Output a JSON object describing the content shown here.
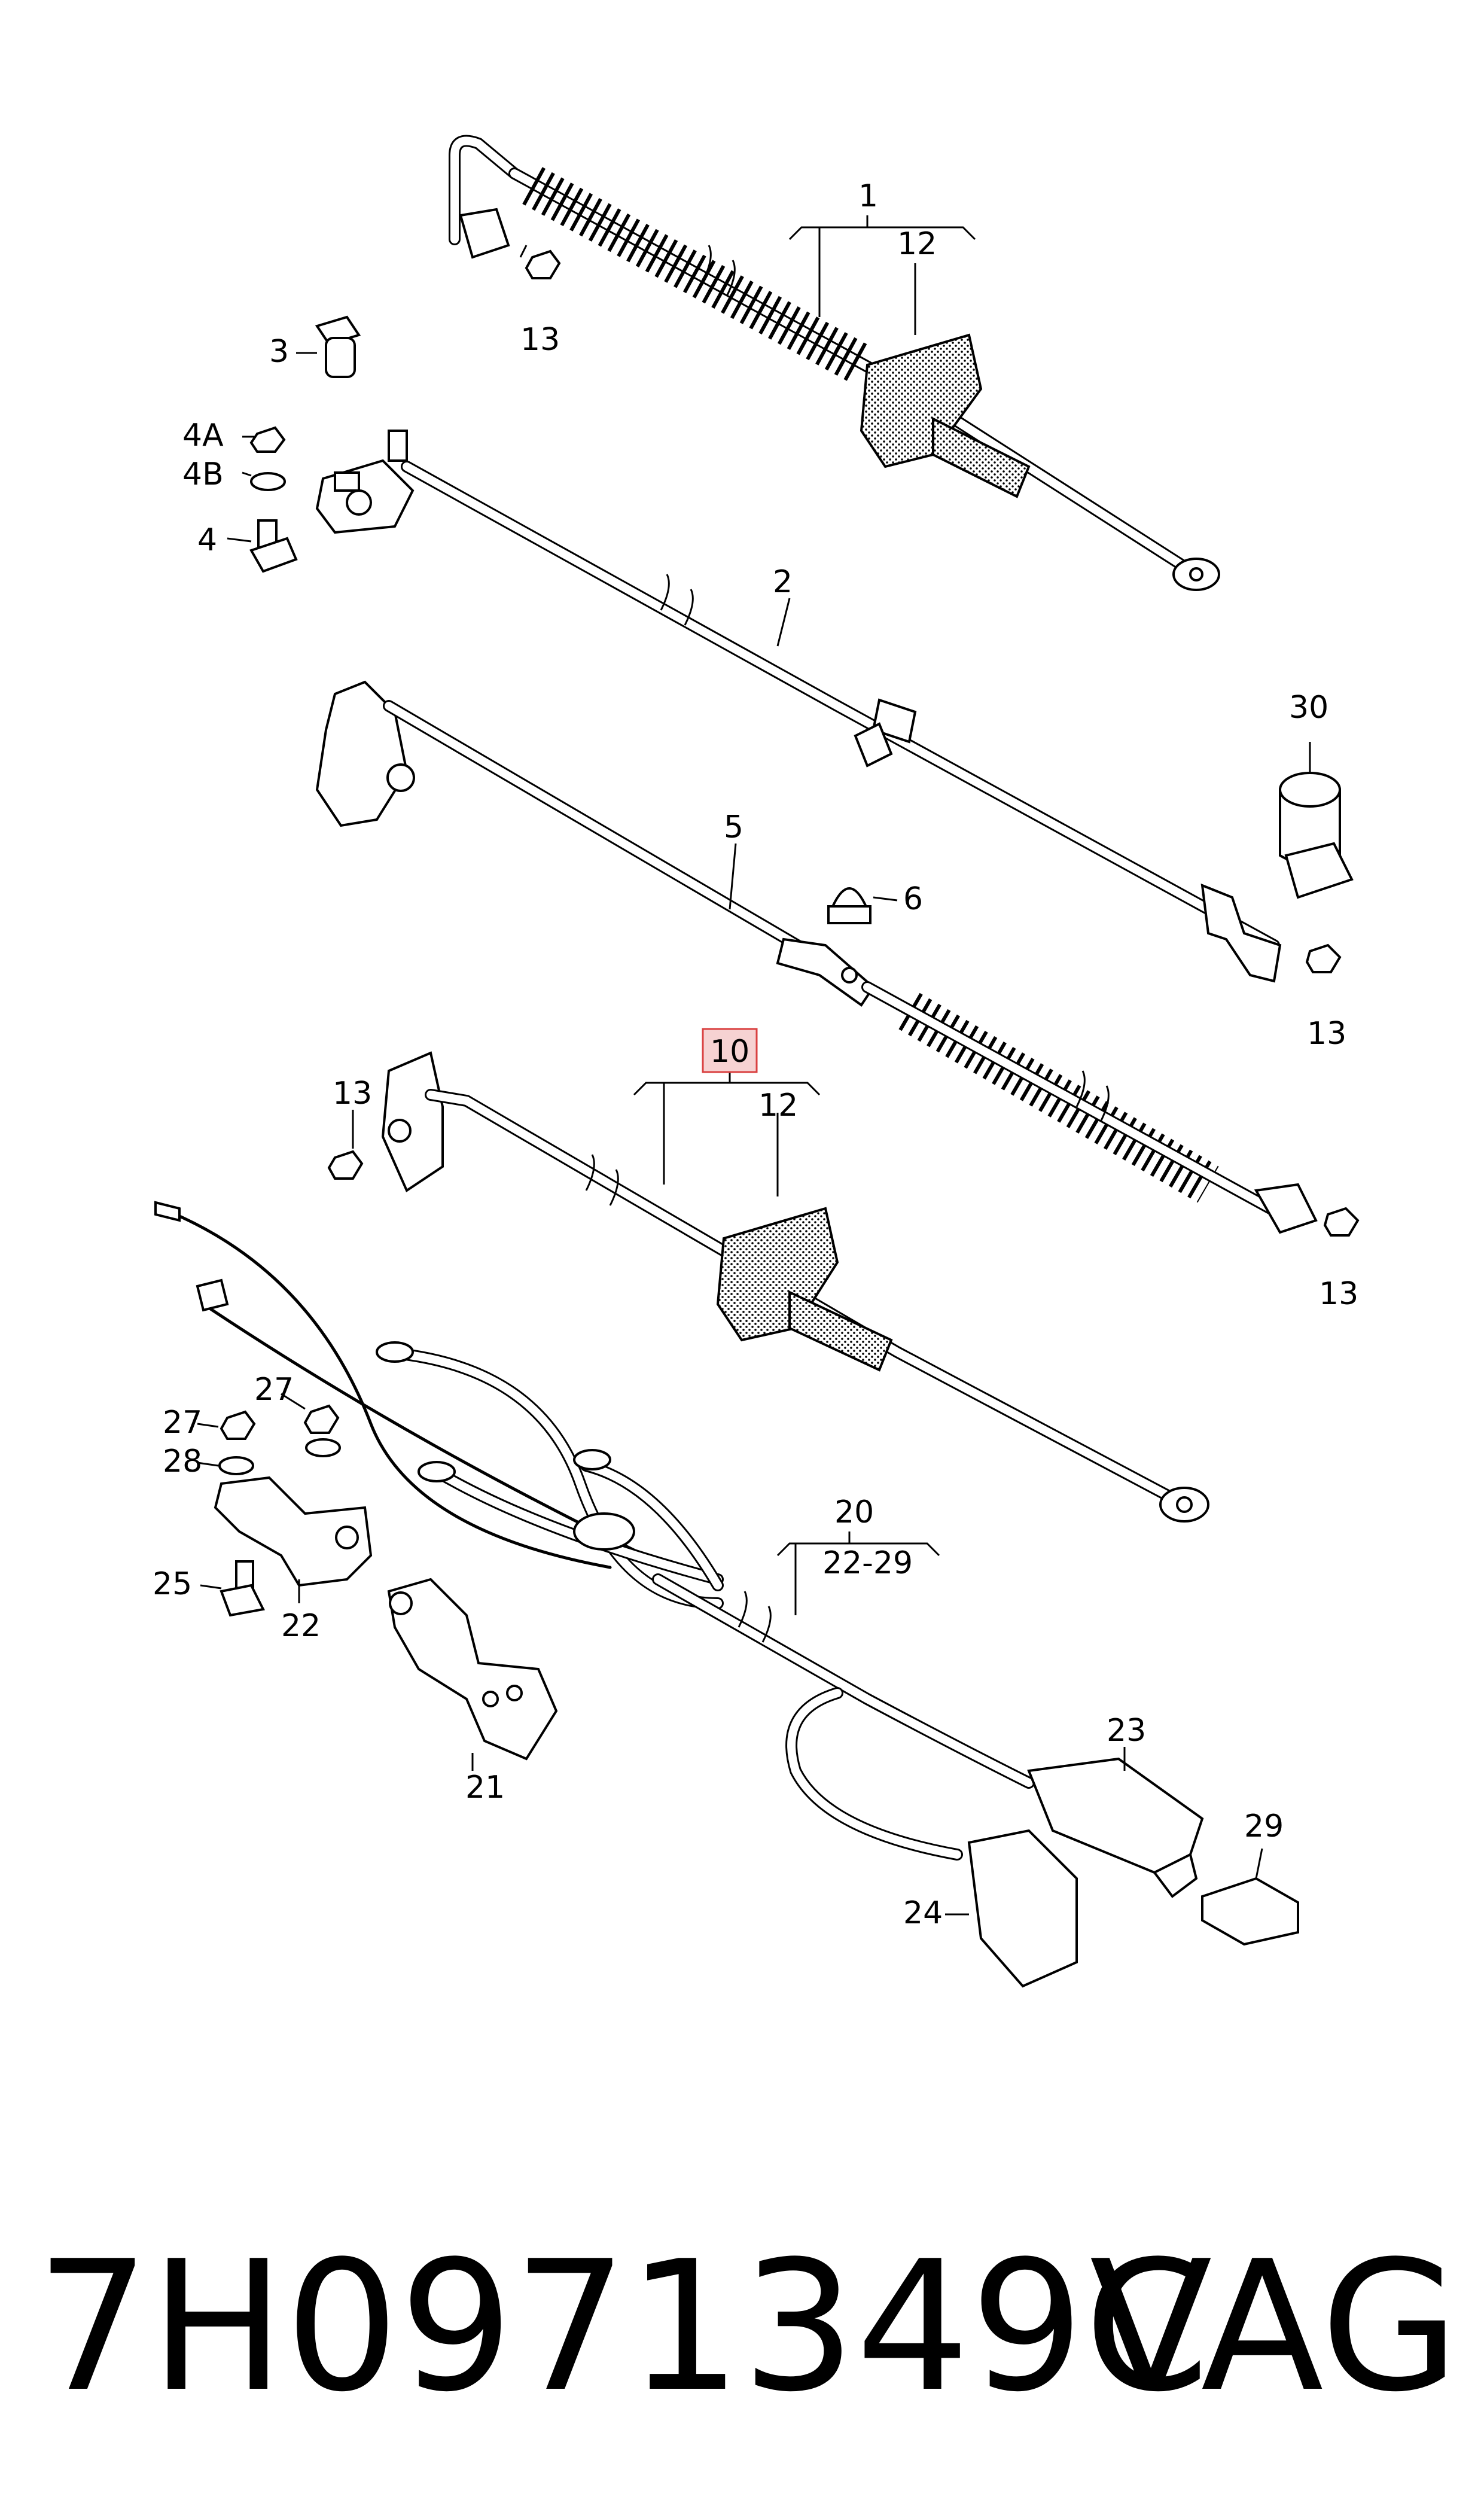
{
  "labels": {
    "l1": "1",
    "l12a": "12",
    "l13a": "13",
    "l3": "3",
    "l4a": "4A",
    "l4b": "4B",
    "l4": "4",
    "l2": "2",
    "l30": "30",
    "l5": "5",
    "l6": "6",
    "l13b": "13",
    "l10": "10",
    "l13c": "13",
    "l12b": "12",
    "l13d": "13",
    "l27a": "27",
    "l27b": "27",
    "l28": "28",
    "l25": "25",
    "l22": "22",
    "l21": "21",
    "l20": "20",
    "l2229": "22-29",
    "l23": "23",
    "l29": "29",
    "l24": "24"
  },
  "footer": {
    "part_number": "7H0971349C",
    "brand": "VAG"
  },
  "colors": {
    "highlight_fill": "#f6d2d2",
    "highlight_stroke": "#d94040"
  }
}
